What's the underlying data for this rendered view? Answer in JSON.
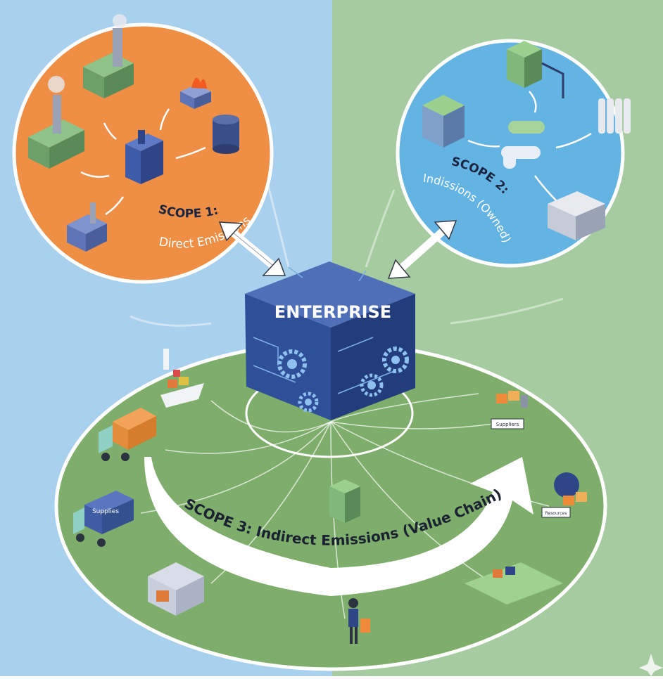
{
  "colors": {
    "bg_left": "#a9d0ec",
    "bg_right": "#a6cba0",
    "scope1_fill": "#ee8f45",
    "scope2_fill": "#63b3e3",
    "scope3_fill": "#7fae6c",
    "enterprise_top": "#4f6fb8",
    "enterprise_front": "#2f4f98",
    "enterprise_side": "#233d7c",
    "ring": "#ffffff"
  },
  "enterprise": {
    "label": "ENTERPRISE"
  },
  "scope1": {
    "title": "SCOPE 1:",
    "subtitle": "Direct Emissions"
  },
  "scope2": {
    "title": "SCOPE 2:",
    "subtitle": "Indissions (Owned)"
  },
  "scope3": {
    "label": "SCOPE 3: Indirect Emissions (Value Chain)"
  },
  "badges": {
    "truck_side": "Supplies",
    "supplier_sign": "Suppliers",
    "distributor_sign": "Resources"
  }
}
